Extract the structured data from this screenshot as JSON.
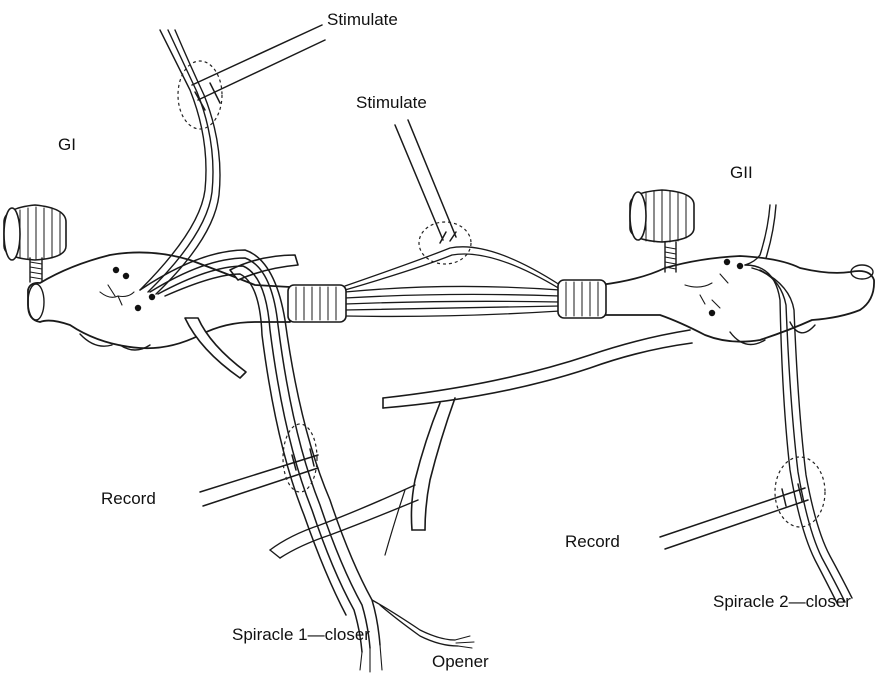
{
  "labels": {
    "ganglion_1": "GI",
    "ganglion_2": "GII",
    "stimulate_top": "Stimulate",
    "stimulate_middle": "Stimulate",
    "record_left": "Record",
    "record_right": "Record",
    "spiracle_1": "Spiracle 1—closer",
    "spiracle_2": "Spiracle 2—closer",
    "opener": "Opener"
  }
}
